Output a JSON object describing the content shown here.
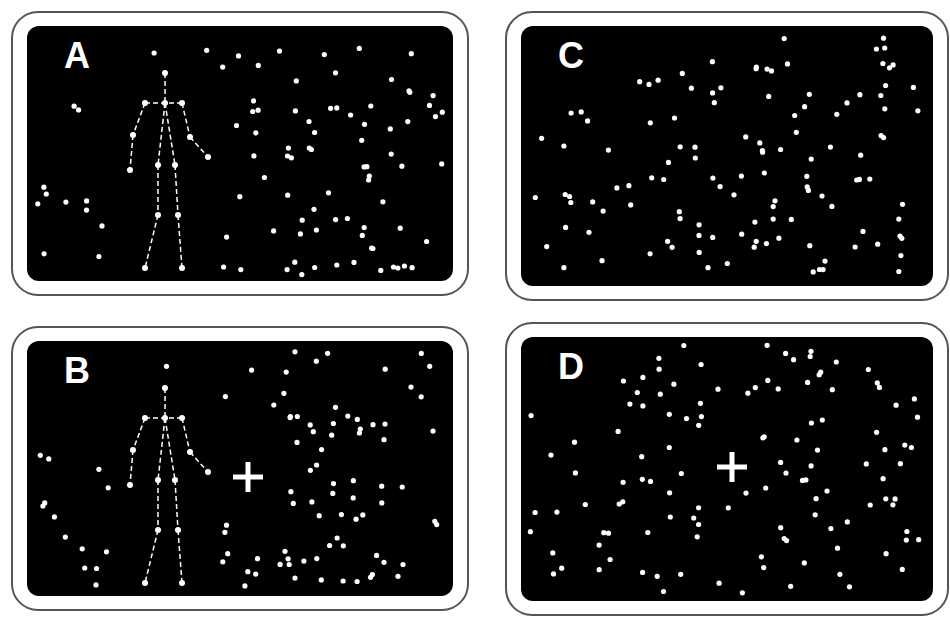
{
  "diagram": {
    "nodes": [
      {
        "text": [
          "A"
        ]
      },
      {
        "text": [
          "C"
        ]
      },
      {
        "text": [
          "B"
        ]
      },
      {
        "text": [
          "D"
        ]
      }
    ]
  }
}
